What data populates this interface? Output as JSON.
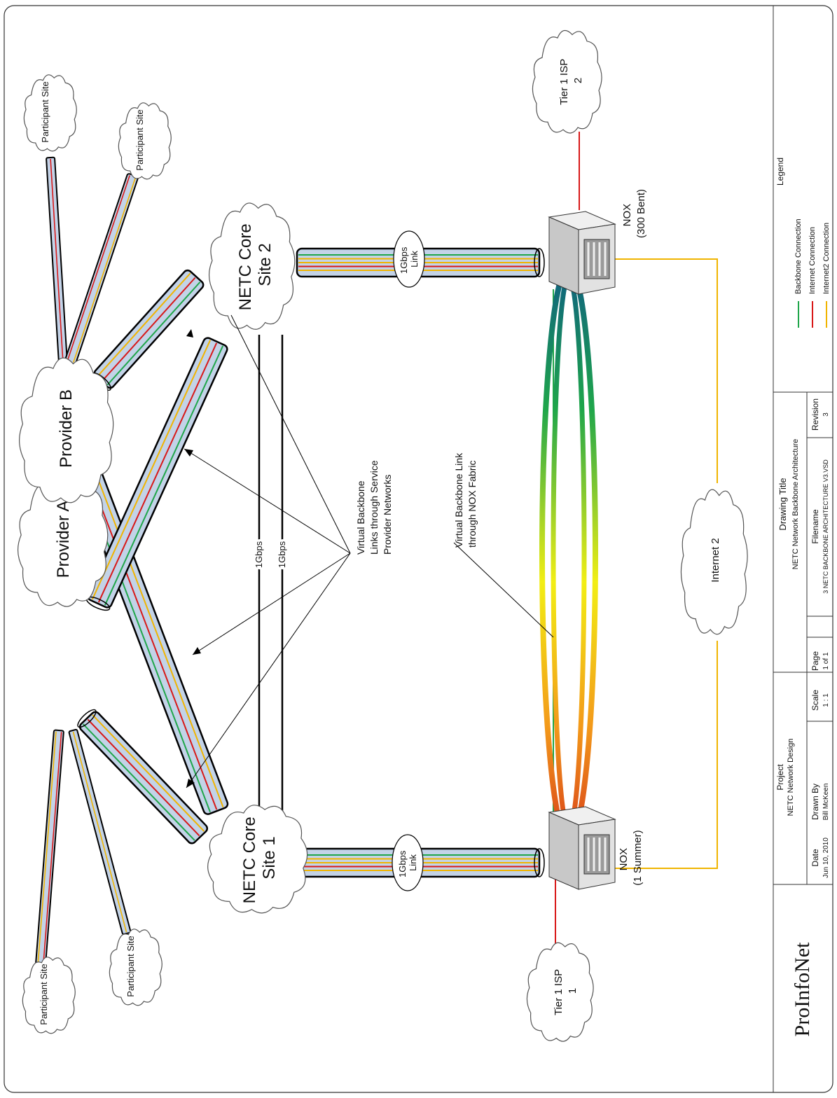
{
  "colors": {
    "backbone": "#1fa64a",
    "internet": "#d81818",
    "internet2": "#f0b400",
    "pipe_fill": "#c3d3e8",
    "pipe_stroke": "#000000",
    "cloud_stroke": "#555555"
  },
  "icons": {
    "nox_switch": "network-switch-icon",
    "cloud": "cloud-icon"
  },
  "clouds": {
    "participant_1": "Participant Site",
    "participant_2": "Participant Site",
    "participant_3": "Participant Site",
    "participant_4": "Participant Site",
    "provider_a": "Provider A",
    "provider_b": "Provider B",
    "core1_line1": "NETC Core",
    "core1_line2": "Site 1",
    "core2_line1": "NETC Core",
    "core2_line2": "Site 2",
    "isp1_line1": "Tier 1 ISP",
    "isp1_line2": "1",
    "isp2_line1": "Tier 1 ISP",
    "isp2_line2": "2",
    "internet2": "Internet 2"
  },
  "nodes": {
    "nox1_line1": "NOX",
    "nox1_line2": "(1 Summer)",
    "nox2_line1": "NOX",
    "nox2_line2": "(300 Bent)"
  },
  "links": {
    "link1_line1": "1Gbps",
    "link1_line2": "Link",
    "link2_line1": "1Gbps",
    "link2_line2": "Link",
    "direct1": "1Gbps",
    "direct2": "1Gbps"
  },
  "annotations": {
    "virtual_providers_1": "Virtual Backbone",
    "virtual_providers_2": "Links through Service",
    "virtual_providers_3": "Provider Networks",
    "virtual_nox_1": "Virtual Backbone Link",
    "virtual_nox_2": "through NOX Fabric"
  },
  "title_block": {
    "brand": "ProInfoNet",
    "date_label": "Date",
    "date": "Jun 10, 2010",
    "project_label": "Project",
    "project": "NETC Network Design",
    "drawn_by_label": "Drawn By",
    "drawn_by": "Bill McKeen",
    "scale_label": "Scale",
    "scale": "1 : 1",
    "page_label": "Page",
    "page": "1 of 1",
    "drawing_title_label": "Drawing Title",
    "drawing_title": "NETC Network Backbone Architecture",
    "filename_label": "Filename",
    "filename": "3 NETC BACKBONE ARCHITECTURE V3.VSD",
    "revision_label": "Revision",
    "revision": "3",
    "legend_label": "Legend",
    "legend_backbone": "Backbone Connection",
    "legend_internet": "Internet Connection",
    "legend_internet2": "Internet2 Connection"
  }
}
